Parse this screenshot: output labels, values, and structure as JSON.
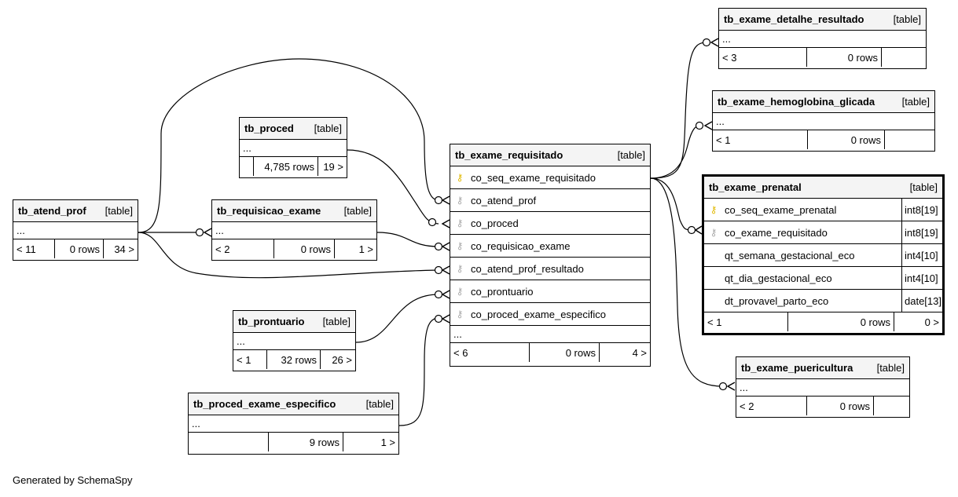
{
  "tables": {
    "tb_exame_detalhe_resultado": {
      "name": "tb_exame_detalhe_resultado",
      "kind": "[table]",
      "ellipsis": "...",
      "parents": "< 3",
      "rows": "0 rows",
      "children": ""
    },
    "tb_exame_hemoglobina_glicada": {
      "name": "tb_exame_hemoglobina_glicada",
      "kind": "[table]",
      "ellipsis": "...",
      "parents": "< 1",
      "rows": "0 rows",
      "children": ""
    },
    "tb_proced": {
      "name": "tb_proced",
      "kind": "[table]",
      "ellipsis": "...",
      "parents": "",
      "rows": "4,785 rows",
      "children": "19 >"
    },
    "tb_exame_requisitado": {
      "name": "tb_exame_requisitado",
      "kind": "[table]",
      "columns": [
        {
          "name": "co_seq_exame_requisitado",
          "key": "pk"
        },
        {
          "name": "co_atend_prof",
          "key": "fk"
        },
        {
          "name": "co_proced",
          "key": "fk"
        },
        {
          "name": "co_requisicao_exame",
          "key": "fk"
        },
        {
          "name": "co_atend_prof_resultado",
          "key": "fk"
        },
        {
          "name": "co_prontuario",
          "key": "fk"
        },
        {
          "name": "co_proced_exame_especifico",
          "key": "fk"
        }
      ],
      "ellipsis": "...",
      "parents": "< 6",
      "rows": "0 rows",
      "children": "4 >"
    },
    "tb_exame_prenatal": {
      "name": "tb_exame_prenatal",
      "kind": "[table]",
      "columns": [
        {
          "name": "co_seq_exame_prenatal",
          "key": "pk",
          "type": "int8[19]"
        },
        {
          "name": "co_exame_requisitado",
          "key": "fk",
          "type": "int8[19]"
        },
        {
          "name": "qt_semana_gestacional_eco",
          "key": "none",
          "type": "int4[10]"
        },
        {
          "name": "qt_dia_gestacional_eco",
          "key": "none",
          "type": "int4[10]"
        },
        {
          "name": "dt_provavel_parto_eco",
          "key": "none",
          "type": "date[13]"
        }
      ],
      "parents": "< 1",
      "rows": "0 rows",
      "children": "0 >"
    },
    "tb_atend_prof": {
      "name": "tb_atend_prof",
      "kind": "[table]",
      "ellipsis": "...",
      "parents": "< 11",
      "rows": "0 rows",
      "children": "34 >"
    },
    "tb_requisicao_exame": {
      "name": "tb_requisicao_exame",
      "kind": "[table]",
      "ellipsis": "...",
      "parents": "< 2",
      "rows": "0 rows",
      "children": "1 >"
    },
    "tb_prontuario": {
      "name": "tb_prontuario",
      "kind": "[table]",
      "ellipsis": "...",
      "parents": "< 1",
      "rows": "32 rows",
      "children": "26 >"
    },
    "tb_proced_exame_especifico": {
      "name": "tb_proced_exame_especifico",
      "kind": "[table]",
      "ellipsis": "...",
      "parents": "",
      "rows": "9 rows",
      "children": "1 >"
    },
    "tb_exame_puericultura": {
      "name": "tb_exame_puericultura",
      "kind": "[table]",
      "ellipsis": "...",
      "parents": "< 2",
      "rows": "0 rows",
      "children": ""
    }
  },
  "icons": {
    "pk": "key-icon",
    "fk": "foreign-key-icon"
  },
  "colors": {
    "pk_key": "#e0b800",
    "fk_key": "#a8a8a8",
    "header_bg": "#f4f4f4"
  },
  "credit": "Generated by SchemaSpy"
}
